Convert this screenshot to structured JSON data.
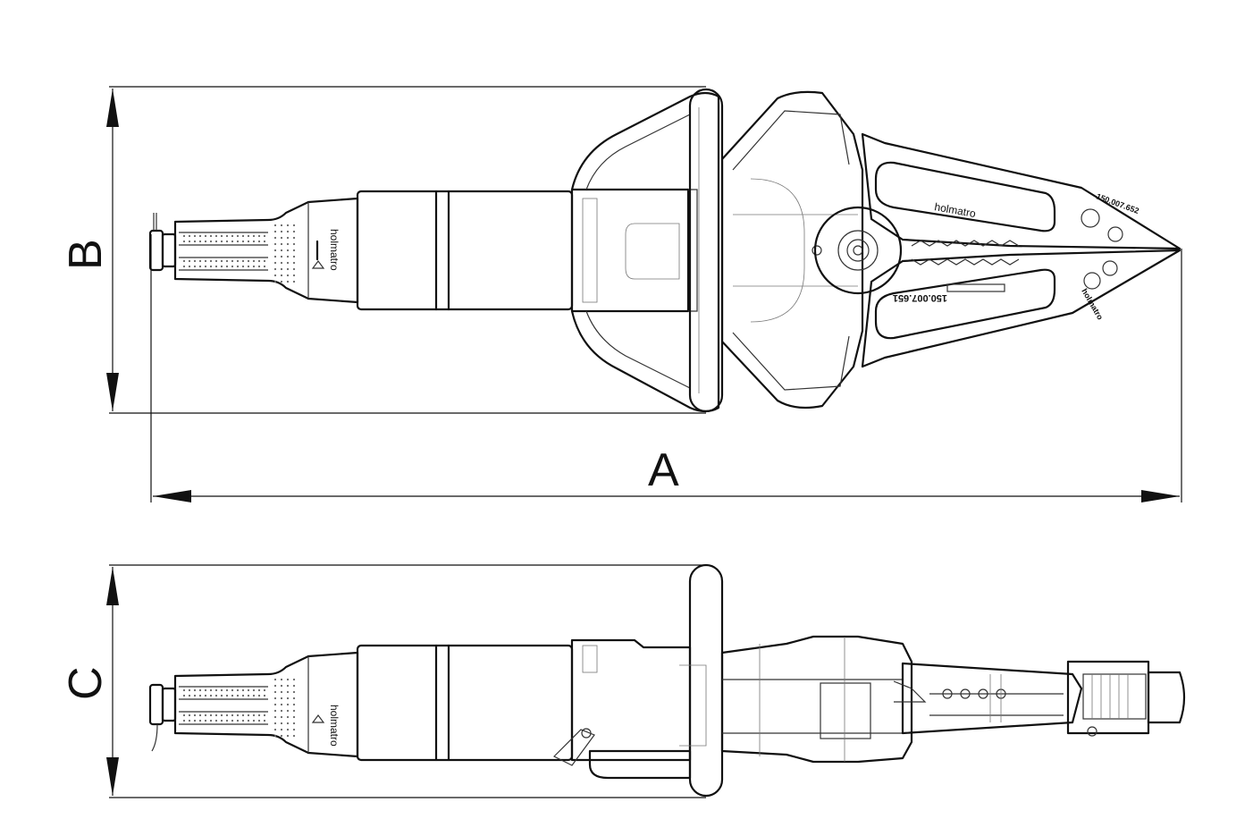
{
  "dimensions": {
    "a_label": "A",
    "b_label": "B",
    "c_label": "C"
  },
  "markings": {
    "brand_jaw_top": "holmatro",
    "brand_handle_top": "holmatro",
    "brand_handle_side": "holmatro",
    "brand_tip": "holmatro",
    "part_number_lower_jaw": "150.007.651",
    "part_number_upper_tip": "150.007.652"
  }
}
